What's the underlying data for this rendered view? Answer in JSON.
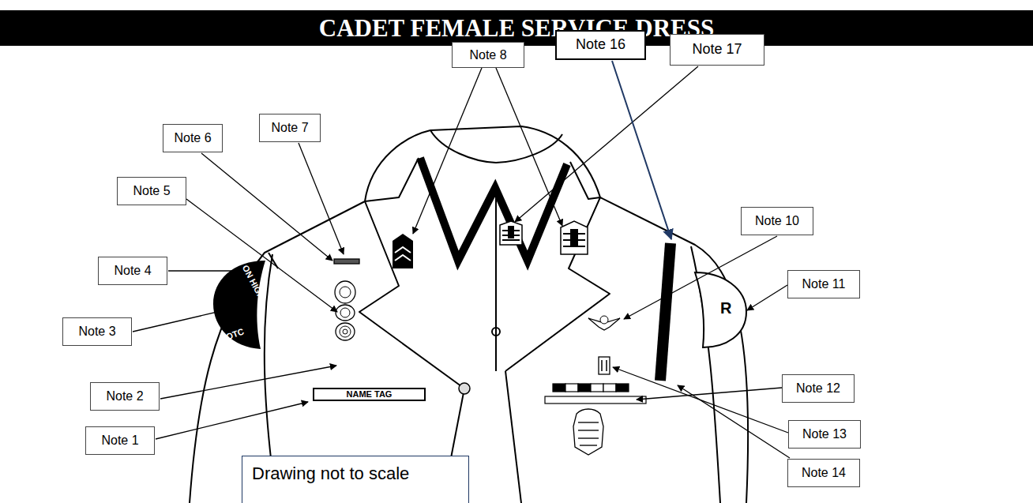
{
  "diagram": {
    "title": "CADET FEMALE SERVICE DRESS",
    "nodes": [
      {
        "text": [
          "Note 8"
        ]
      },
      {
        "text": [
          "Note 16"
        ]
      },
      {
        "text": [
          "Note 17"
        ]
      },
      {
        "text": [
          "Note 6"
        ]
      },
      {
        "text": [
          "Note 7"
        ]
      },
      {
        "text": [
          "Note 5"
        ]
      },
      {
        "text": [
          "Note 10"
        ]
      },
      {
        "text": [
          "Note 4"
        ]
      },
      {
        "text": [
          "Note 11"
        ]
      },
      {
        "text": [
          "Note 3"
        ]
      },
      {
        "text": [
          "Note 12"
        ]
      },
      {
        "text": [
          "Note 2"
        ]
      },
      {
        "text": [
          "NAME TAG"
        ]
      },
      {
        "text": [
          "Note 13"
        ]
      },
      {
        "text": [
          "Note 1"
        ]
      },
      {
        "text": [
          "Drawing not to scale"
        ]
      },
      {
        "text": [
          "Note 14"
        ]
      }
    ],
    "labels": [
      "ON HIGH",
      "OTC",
      "R"
    ]
  }
}
